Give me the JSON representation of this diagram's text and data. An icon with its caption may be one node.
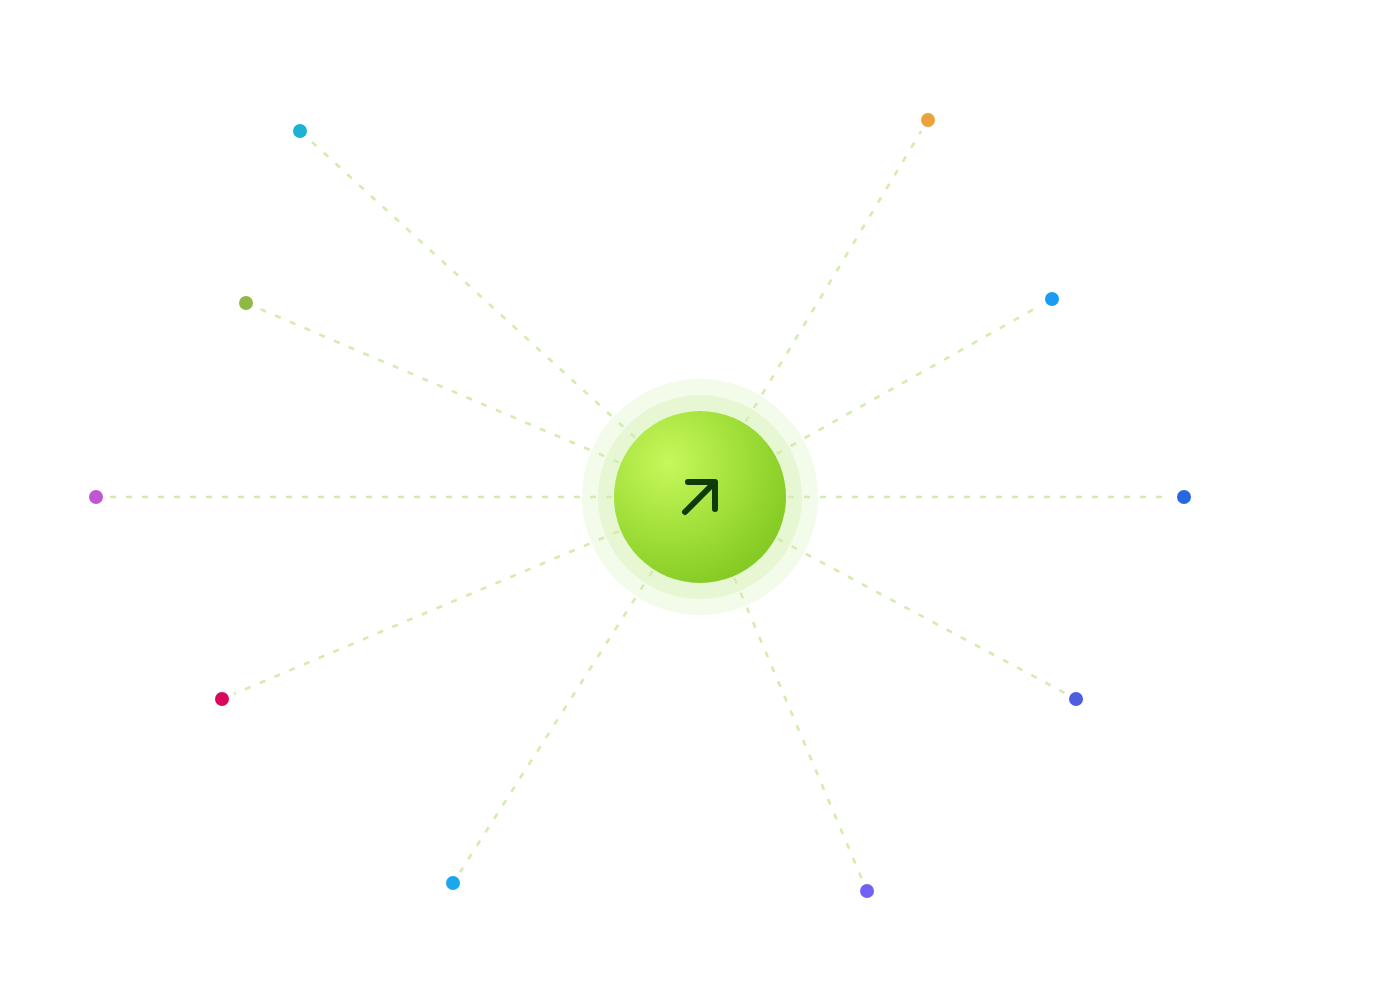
{
  "diagram": {
    "nodes": [
      {
        "text": [],
        "shape": "circle"
      },
      {
        "text": [],
        "shape": "circle"
      },
      {
        "text": [],
        "shape": "circle"
      },
      {
        "text": [],
        "shape": "circle"
      },
      {
        "text": [],
        "shape": "circle"
      },
      {
        "text": [],
        "shape": "circle"
      },
      {
        "text": [],
        "shape": "circle"
      },
      {
        "text": [],
        "shape": "circle"
      },
      {
        "text": [],
        "shape": "circle"
      },
      {
        "text": [],
        "shape": "circle"
      },
      {
        "text": [],
        "shape": "circle"
      }
    ],
    "edges": [
      {
        "from": 0,
        "to": 1,
        "arrow": "none",
        "style": "dashed"
      },
      {
        "from": 0,
        "to": 2,
        "arrow": "none",
        "style": "dashed"
      },
      {
        "from": 0,
        "to": 3,
        "arrow": "none",
        "style": "dashed"
      },
      {
        "from": 0,
        "to": 4,
        "arrow": "none",
        "style": "dashed"
      },
      {
        "from": 0,
        "to": 5,
        "arrow": "none",
        "style": "dashed"
      },
      {
        "from": 0,
        "to": 6,
        "arrow": "none",
        "style": "dashed"
      },
      {
        "from": 0,
        "to": 7,
        "arrow": "none",
        "style": "dashed"
      },
      {
        "from": 0,
        "to": 8,
        "arrow": "none",
        "style": "dashed"
      },
      {
        "from": 0,
        "to": 9,
        "arrow": "none",
        "style": "dashed"
      },
      {
        "from": 0,
        "to": 10,
        "arrow": "none",
        "style": "dashed"
      }
    ]
  }
}
